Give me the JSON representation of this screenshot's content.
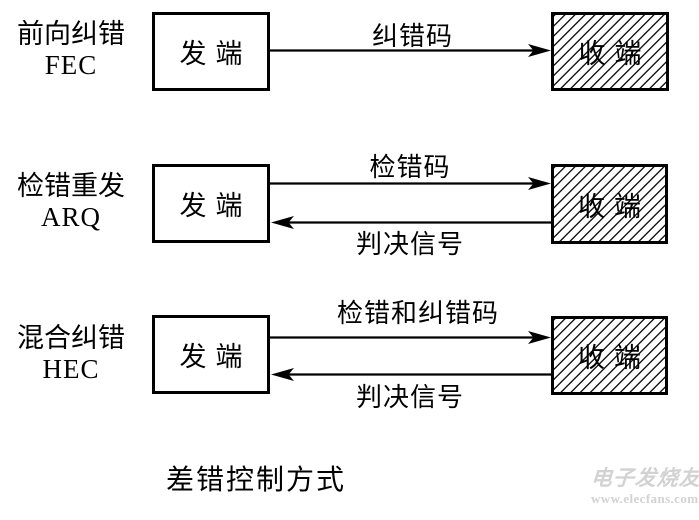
{
  "diagram": {
    "title": "差错控制方式",
    "line_color": "#000000",
    "rows": [
      {
        "method_cn": "前向纠错",
        "method_abbr": "FEC",
        "sender": "发端",
        "receiver": "收端",
        "forward_label": "纠错码"
      },
      {
        "method_cn": "检错重发",
        "method_abbr": "ARQ",
        "sender": "发端",
        "receiver": "收端",
        "forward_label": "检错码",
        "return_label": "判决信号"
      },
      {
        "method_cn": "混合纠错",
        "method_abbr": "HEC",
        "sender": "发端",
        "receiver": "收端",
        "forward_label": "检错和纠错码",
        "return_label": "判决信号"
      }
    ]
  },
  "watermark": {
    "brand": "电子发烧友",
    "url": "www.elecfans.com",
    "color": "#d2d2d2"
  }
}
